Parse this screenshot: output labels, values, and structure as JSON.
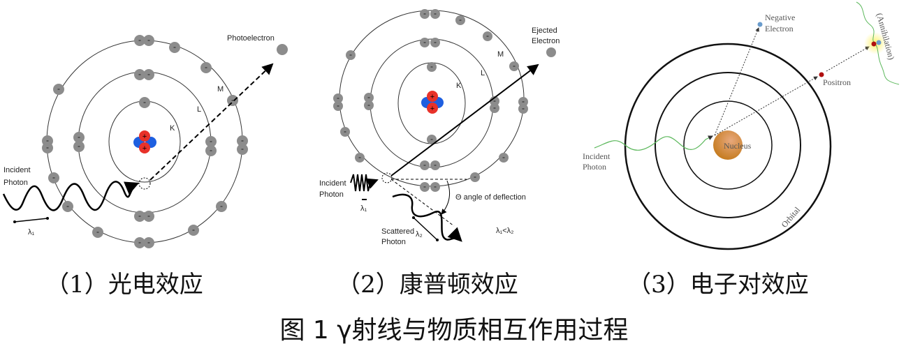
{
  "figure_title": "图 1  γ射线与物质相互作用过程",
  "panels": [
    {
      "caption": "（1）光电效应",
      "labels": {
        "outgoing": "Photoelectron",
        "incident_1": "Incident",
        "incident_2": "Photon",
        "wavelength": "λ₁",
        "shell_k": "K",
        "shell_l": "L",
        "shell_m": "M"
      }
    },
    {
      "caption": "（2）康普顿效应",
      "labels": {
        "outgoing_1": "Ejected",
        "outgoing_2": "Electron",
        "incident_1": "Incident",
        "incident_2": "Photon",
        "wavelength_1": "λ₁",
        "wavelength_2": "λ₂",
        "angle": "Θ angle of deflection",
        "scattered_1": "Scattered",
        "scattered_2": "Photon",
        "relation": "λ₁<λ₂",
        "shell_k": "K",
        "shell_l": "L",
        "shell_m": "M"
      }
    },
    {
      "caption": "（3）电子对效应",
      "labels": {
        "electron_1": "Negative",
        "electron_2": "Electron",
        "positron": "Positron",
        "annihilation": "(Annihilation)",
        "incident_1": "Incident",
        "incident_2": "Photon",
        "nucleus": "Nucleus",
        "orbital": "Orbital"
      }
    }
  ],
  "colors": {
    "electron": "#8c8c8c",
    "proton": "#e8322a",
    "neutron": "#1e5fe0",
    "photon_green": "#5cb85c",
    "nucleus": "#c98a3c",
    "positron": "#b01010",
    "neg_electron": "#6a9ccc"
  }
}
